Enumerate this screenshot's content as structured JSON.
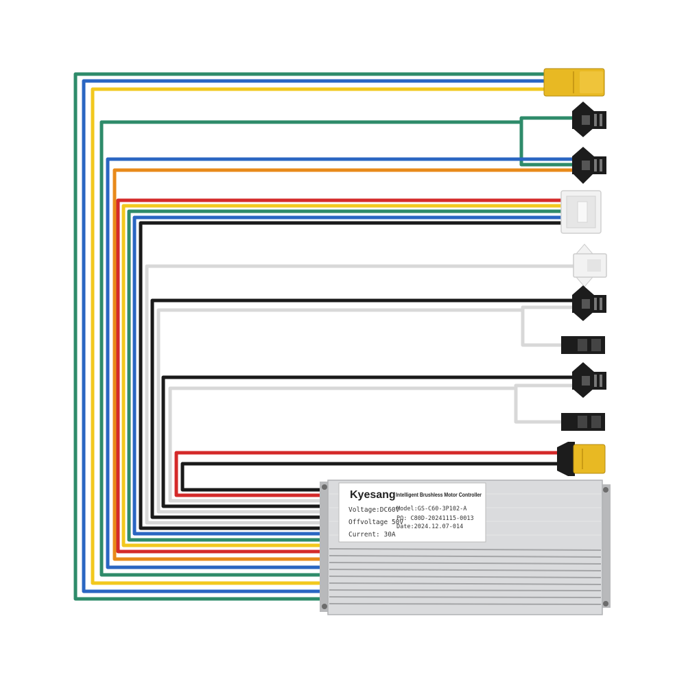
{
  "product_label": {
    "brand": "Kyesang",
    "title": "Intelligent Brushless Motor Controller",
    "voltage": "Voltage:DC60V",
    "offvoltage": "Offvoltage 50V",
    "current": "Current: 30A",
    "model": "Model:GS-C60-3P102-A",
    "po": "PO: C80D-20241115-0013",
    "date": "Date:2024.12.07-014"
  },
  "wire_colors": {
    "green": "#2e8b6a",
    "blue": "#2a66c2",
    "yellow": "#f2c81e",
    "orange": "#e88a1a",
    "red": "#d42a2a",
    "black": "#1a1a1a",
    "white": "#d8d8d8"
  },
  "connector_colors": {
    "xt_yellow": "#e8b923",
    "sm_black": "#1c1c1c",
    "jst_white": "#f2f2f2",
    "housing_silver": "#d9dadc"
  }
}
